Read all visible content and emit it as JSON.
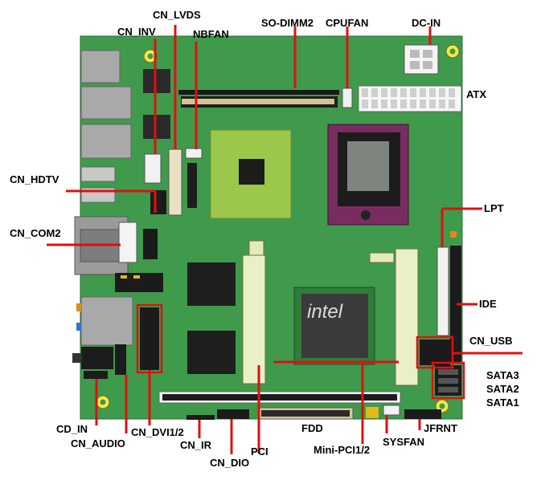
{
  "labels": {
    "cn_lvds": "CN_LVDS",
    "cn_inv": "CN_INV",
    "nbfan": "NBFAN",
    "so_dimm2": "SO-DIMM2",
    "cpufan": "CPUFAN",
    "dc_in": "DC-IN",
    "atx": "ATX",
    "cn_hdtv": "CN_HDTV",
    "cn_com2": "CN_COM2",
    "lpt": "LPT",
    "ide": "IDE",
    "cn_usb": "CN_USB",
    "sata3": "SATA3",
    "sata2": "SATA2",
    "sata1": "SATA1",
    "cd_in": "CD_IN",
    "cn_audio": "CN_AUDIO",
    "cn_dvi12": "CN_DVI1/2",
    "cn_ir": "CN_IR",
    "cn_dio": "CN_DIO",
    "pci": "PCI",
    "fdd": "FDD",
    "mini_pci12": "Mini-PCI1/2",
    "sysfan": "SYSFAN",
    "jfrnt": "JFRNT"
  },
  "chip_logo": "intel",
  "colors": {
    "pcb": "#3f9a4c",
    "pcb_dark": "#2f7d3b",
    "callout": "#e01010",
    "northbridge": "#9bc74a",
    "socket": "#7a2c60"
  }
}
